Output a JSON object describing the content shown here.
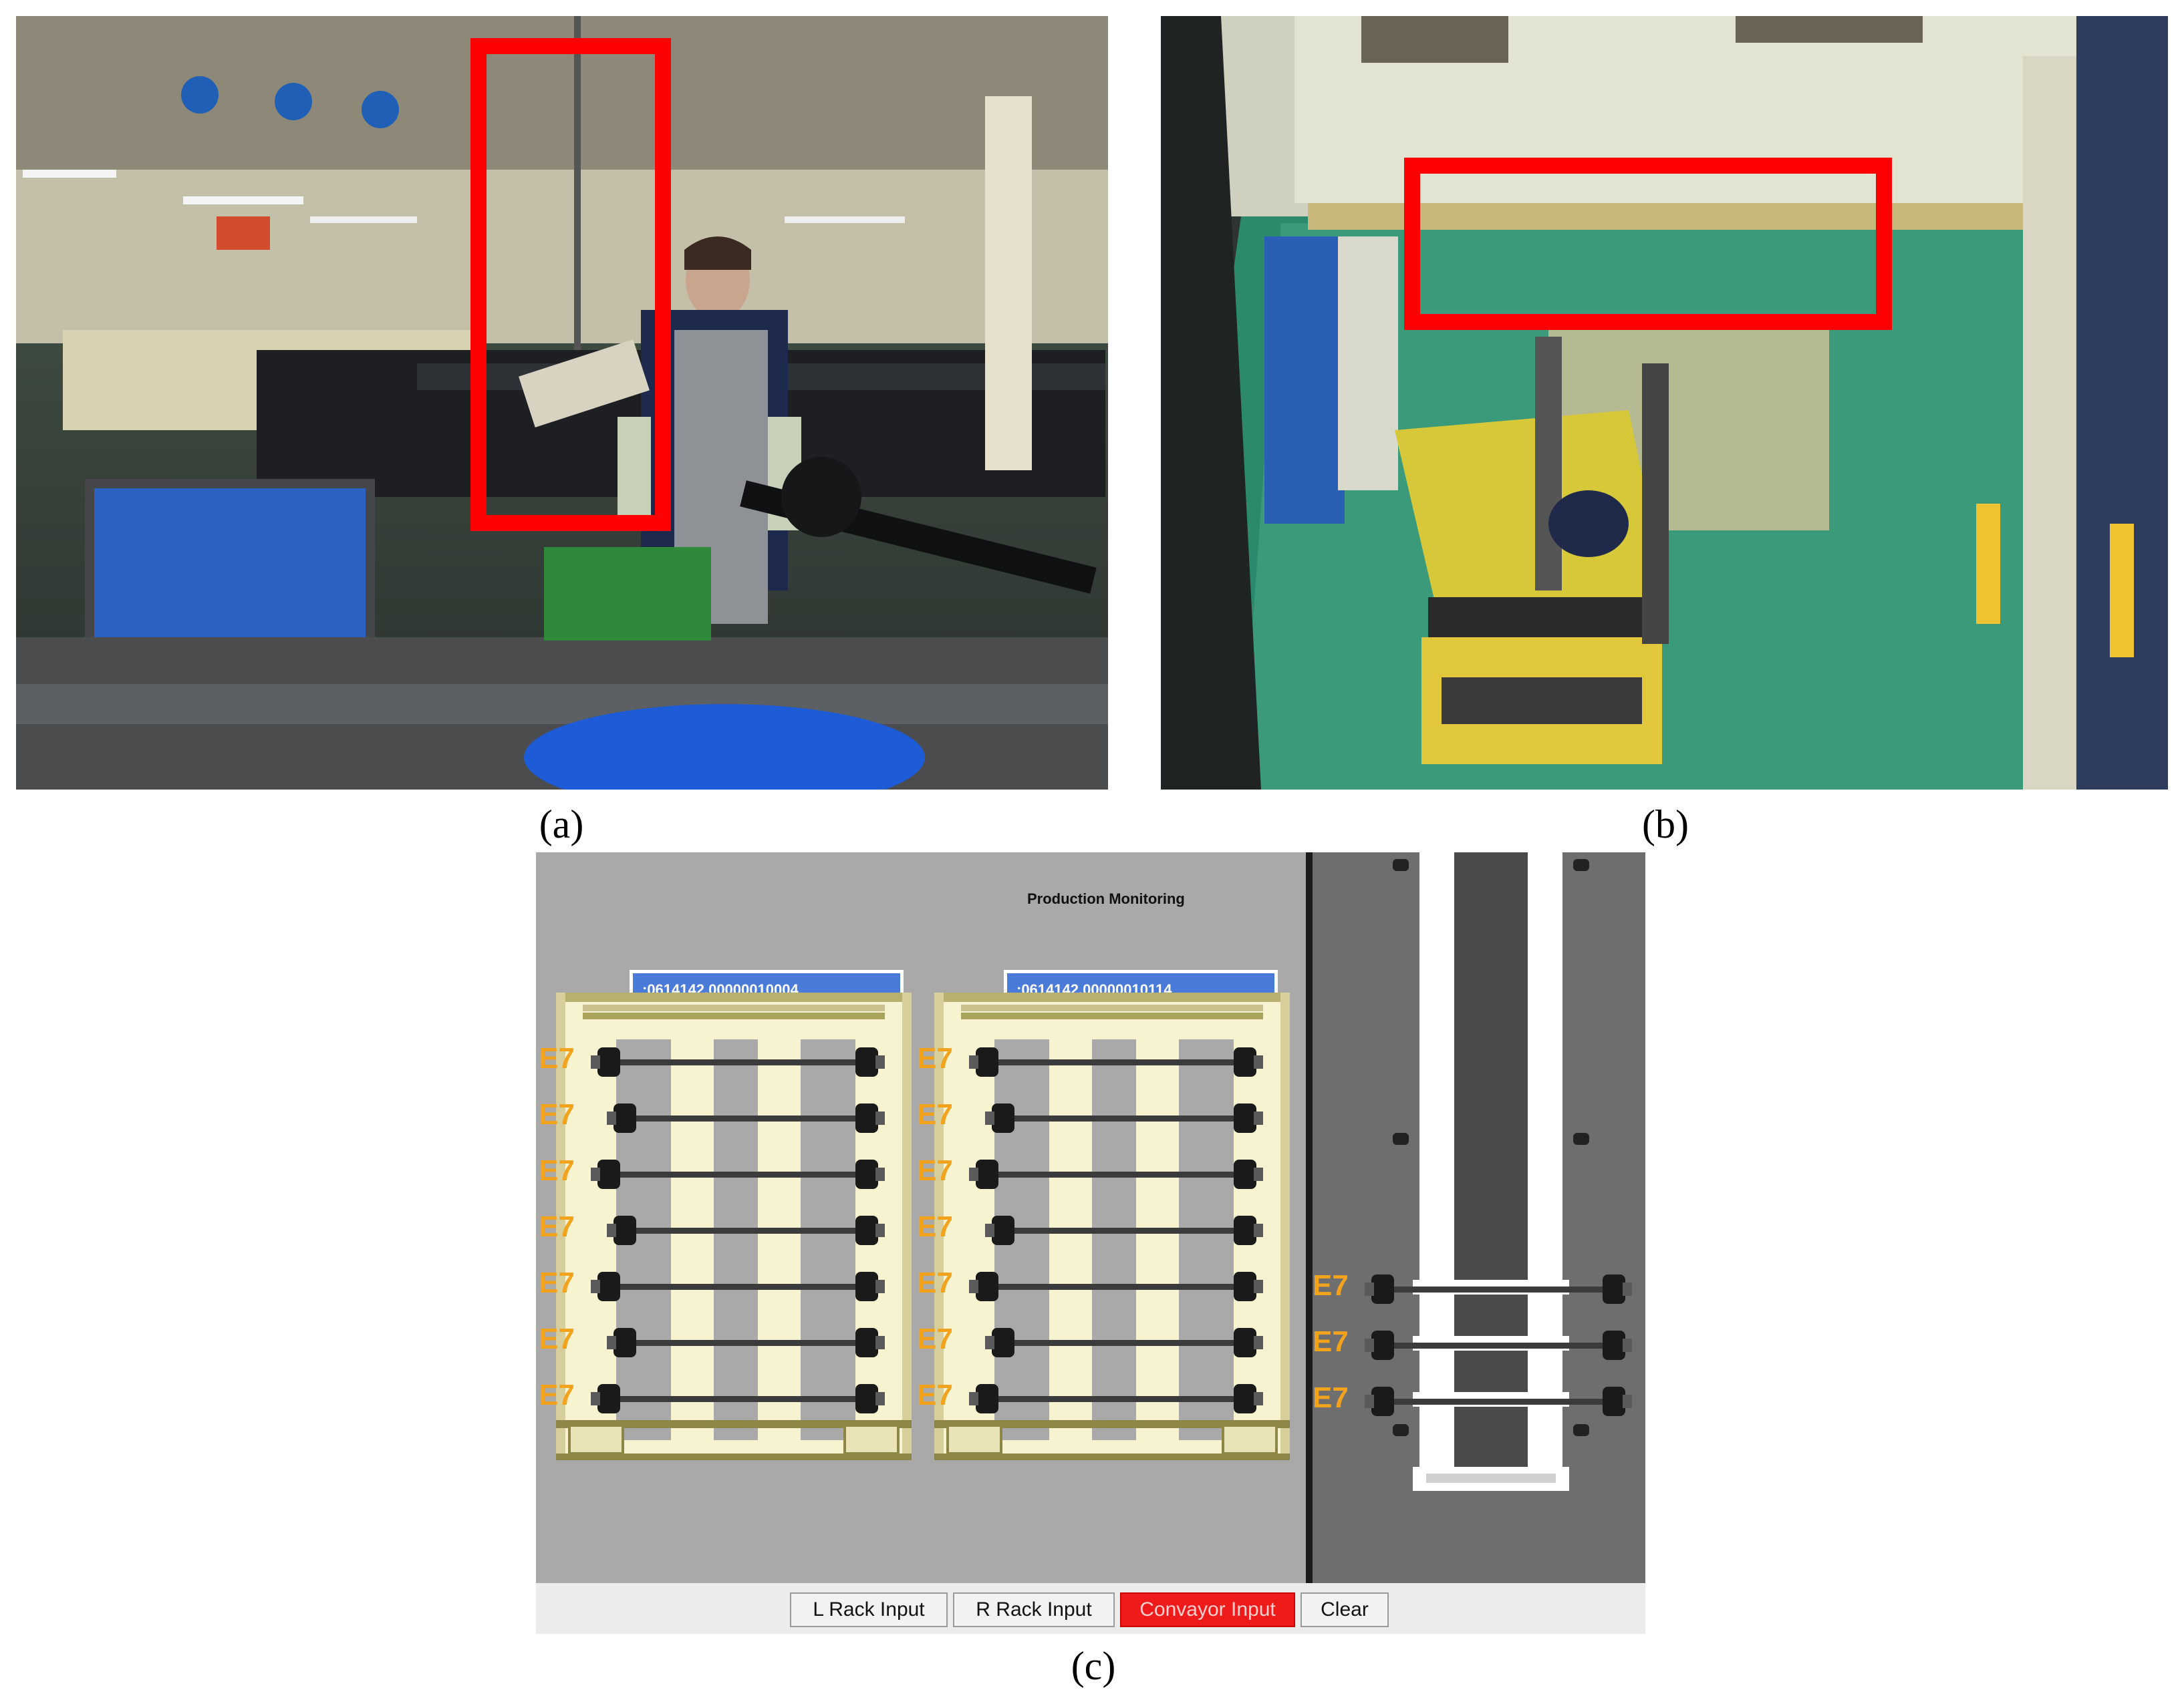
{
  "captions": {
    "a": "(a)",
    "b": "(b)",
    "c": "(c)"
  },
  "photo_a": {
    "scene": "factory-assembly-line",
    "highlight_color": "#ff0000"
  },
  "photo_b": {
    "scene": "factory-forklift",
    "highlight_color": "#ff0000"
  },
  "app": {
    "title": "Production Monitoring",
    "left_rack": {
      "id": ":0614142.00000010004",
      "slots": [
        "E7",
        "E7",
        "E7",
        "E7",
        "E7",
        "E7",
        "E7"
      ]
    },
    "right_rack": {
      "id": ":0614142.00000010114",
      "slots": [
        "E7",
        "E7",
        "E7",
        "E7",
        "E7",
        "E7",
        "E7"
      ]
    },
    "conveyor": {
      "slots": [
        "E7",
        "E7",
        "E7"
      ]
    },
    "buttons": {
      "l_rack": "L Rack Input",
      "r_rack": "R Rack Input",
      "conveyor": "Convayor Input",
      "clear": "Clear"
    },
    "colors": {
      "active_button": "#ef1a1a",
      "header": "#4a7bd8",
      "slot_label": "#f3a21c"
    }
  }
}
